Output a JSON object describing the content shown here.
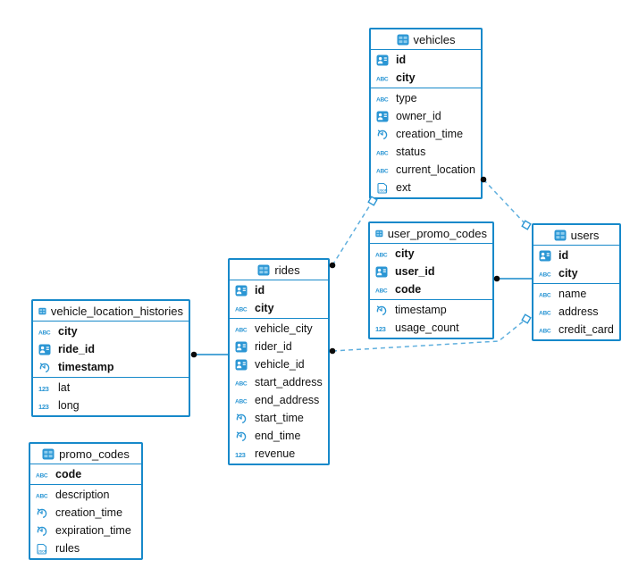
{
  "diagram": {
    "tables": [
      {
        "name": "vehicles",
        "columns": [
          {
            "name": "id",
            "type": "id",
            "pk": true
          },
          {
            "name": "city",
            "type": "text",
            "pk": true
          },
          {
            "name": "type",
            "type": "text",
            "pk": false
          },
          {
            "name": "owner_id",
            "type": "id",
            "pk": false
          },
          {
            "name": "creation_time",
            "type": "time",
            "pk": false
          },
          {
            "name": "status",
            "type": "text",
            "pk": false
          },
          {
            "name": "current_location",
            "type": "text",
            "pk": false
          },
          {
            "name": "ext",
            "type": "json",
            "pk": false
          }
        ]
      },
      {
        "name": "user_promo_codes",
        "columns": [
          {
            "name": "city",
            "type": "text",
            "pk": true
          },
          {
            "name": "user_id",
            "type": "id",
            "pk": true
          },
          {
            "name": "code",
            "type": "text",
            "pk": true
          },
          {
            "name": "timestamp",
            "type": "time",
            "pk": false
          },
          {
            "name": "usage_count",
            "type": "number",
            "pk": false
          }
        ]
      },
      {
        "name": "users",
        "columns": [
          {
            "name": "id",
            "type": "id",
            "pk": true
          },
          {
            "name": "city",
            "type": "text",
            "pk": true
          },
          {
            "name": "name",
            "type": "text",
            "pk": false
          },
          {
            "name": "address",
            "type": "text",
            "pk": false
          },
          {
            "name": "credit_card",
            "type": "text",
            "pk": false
          }
        ]
      },
      {
        "name": "rides",
        "columns": [
          {
            "name": "id",
            "type": "id",
            "pk": true
          },
          {
            "name": "city",
            "type": "text",
            "pk": true
          },
          {
            "name": "vehicle_city",
            "type": "text",
            "pk": false
          },
          {
            "name": "rider_id",
            "type": "id",
            "pk": false
          },
          {
            "name": "vehicle_id",
            "type": "id",
            "pk": false
          },
          {
            "name": "start_address",
            "type": "text",
            "pk": false
          },
          {
            "name": "end_address",
            "type": "text",
            "pk": false
          },
          {
            "name": "start_time",
            "type": "time",
            "pk": false
          },
          {
            "name": "end_time",
            "type": "time",
            "pk": false
          },
          {
            "name": "revenue",
            "type": "number",
            "pk": false
          }
        ]
      },
      {
        "name": "vehicle_location_histories",
        "columns": [
          {
            "name": "city",
            "type": "text",
            "pk": true
          },
          {
            "name": "ride_id",
            "type": "id",
            "pk": true
          },
          {
            "name": "timestamp",
            "type": "time",
            "pk": true
          },
          {
            "name": "lat",
            "type": "number",
            "pk": false
          },
          {
            "name": "long",
            "type": "number",
            "pk": false
          }
        ]
      },
      {
        "name": "promo_codes",
        "columns": [
          {
            "name": "code",
            "type": "text",
            "pk": true
          },
          {
            "name": "description",
            "type": "text",
            "pk": false
          },
          {
            "name": "creation_time",
            "type": "time",
            "pk": false
          },
          {
            "name": "expiration_time",
            "type": "time",
            "pk": false
          },
          {
            "name": "rules",
            "type": "json",
            "pk": false
          }
        ]
      }
    ],
    "relations": [
      {
        "from": "rides",
        "to": "vehicles",
        "style": "dashed"
      },
      {
        "from": "vehicles",
        "to": "users",
        "style": "dashed"
      },
      {
        "from": "rides",
        "to": "users",
        "style": "dashed"
      },
      {
        "from": "user_promo_codes",
        "to": "users",
        "style": "solid"
      },
      {
        "from": "vehicle_location_histories",
        "to": "rides",
        "style": "solid"
      }
    ],
    "colors": {
      "table_border": "#1789ca",
      "icon_blue": "#2b96d4",
      "icon_light": "#8ecdee",
      "dashed_line": "#5fafde",
      "solid_line": "#1789ca",
      "dot": "#0a0a0a"
    }
  }
}
